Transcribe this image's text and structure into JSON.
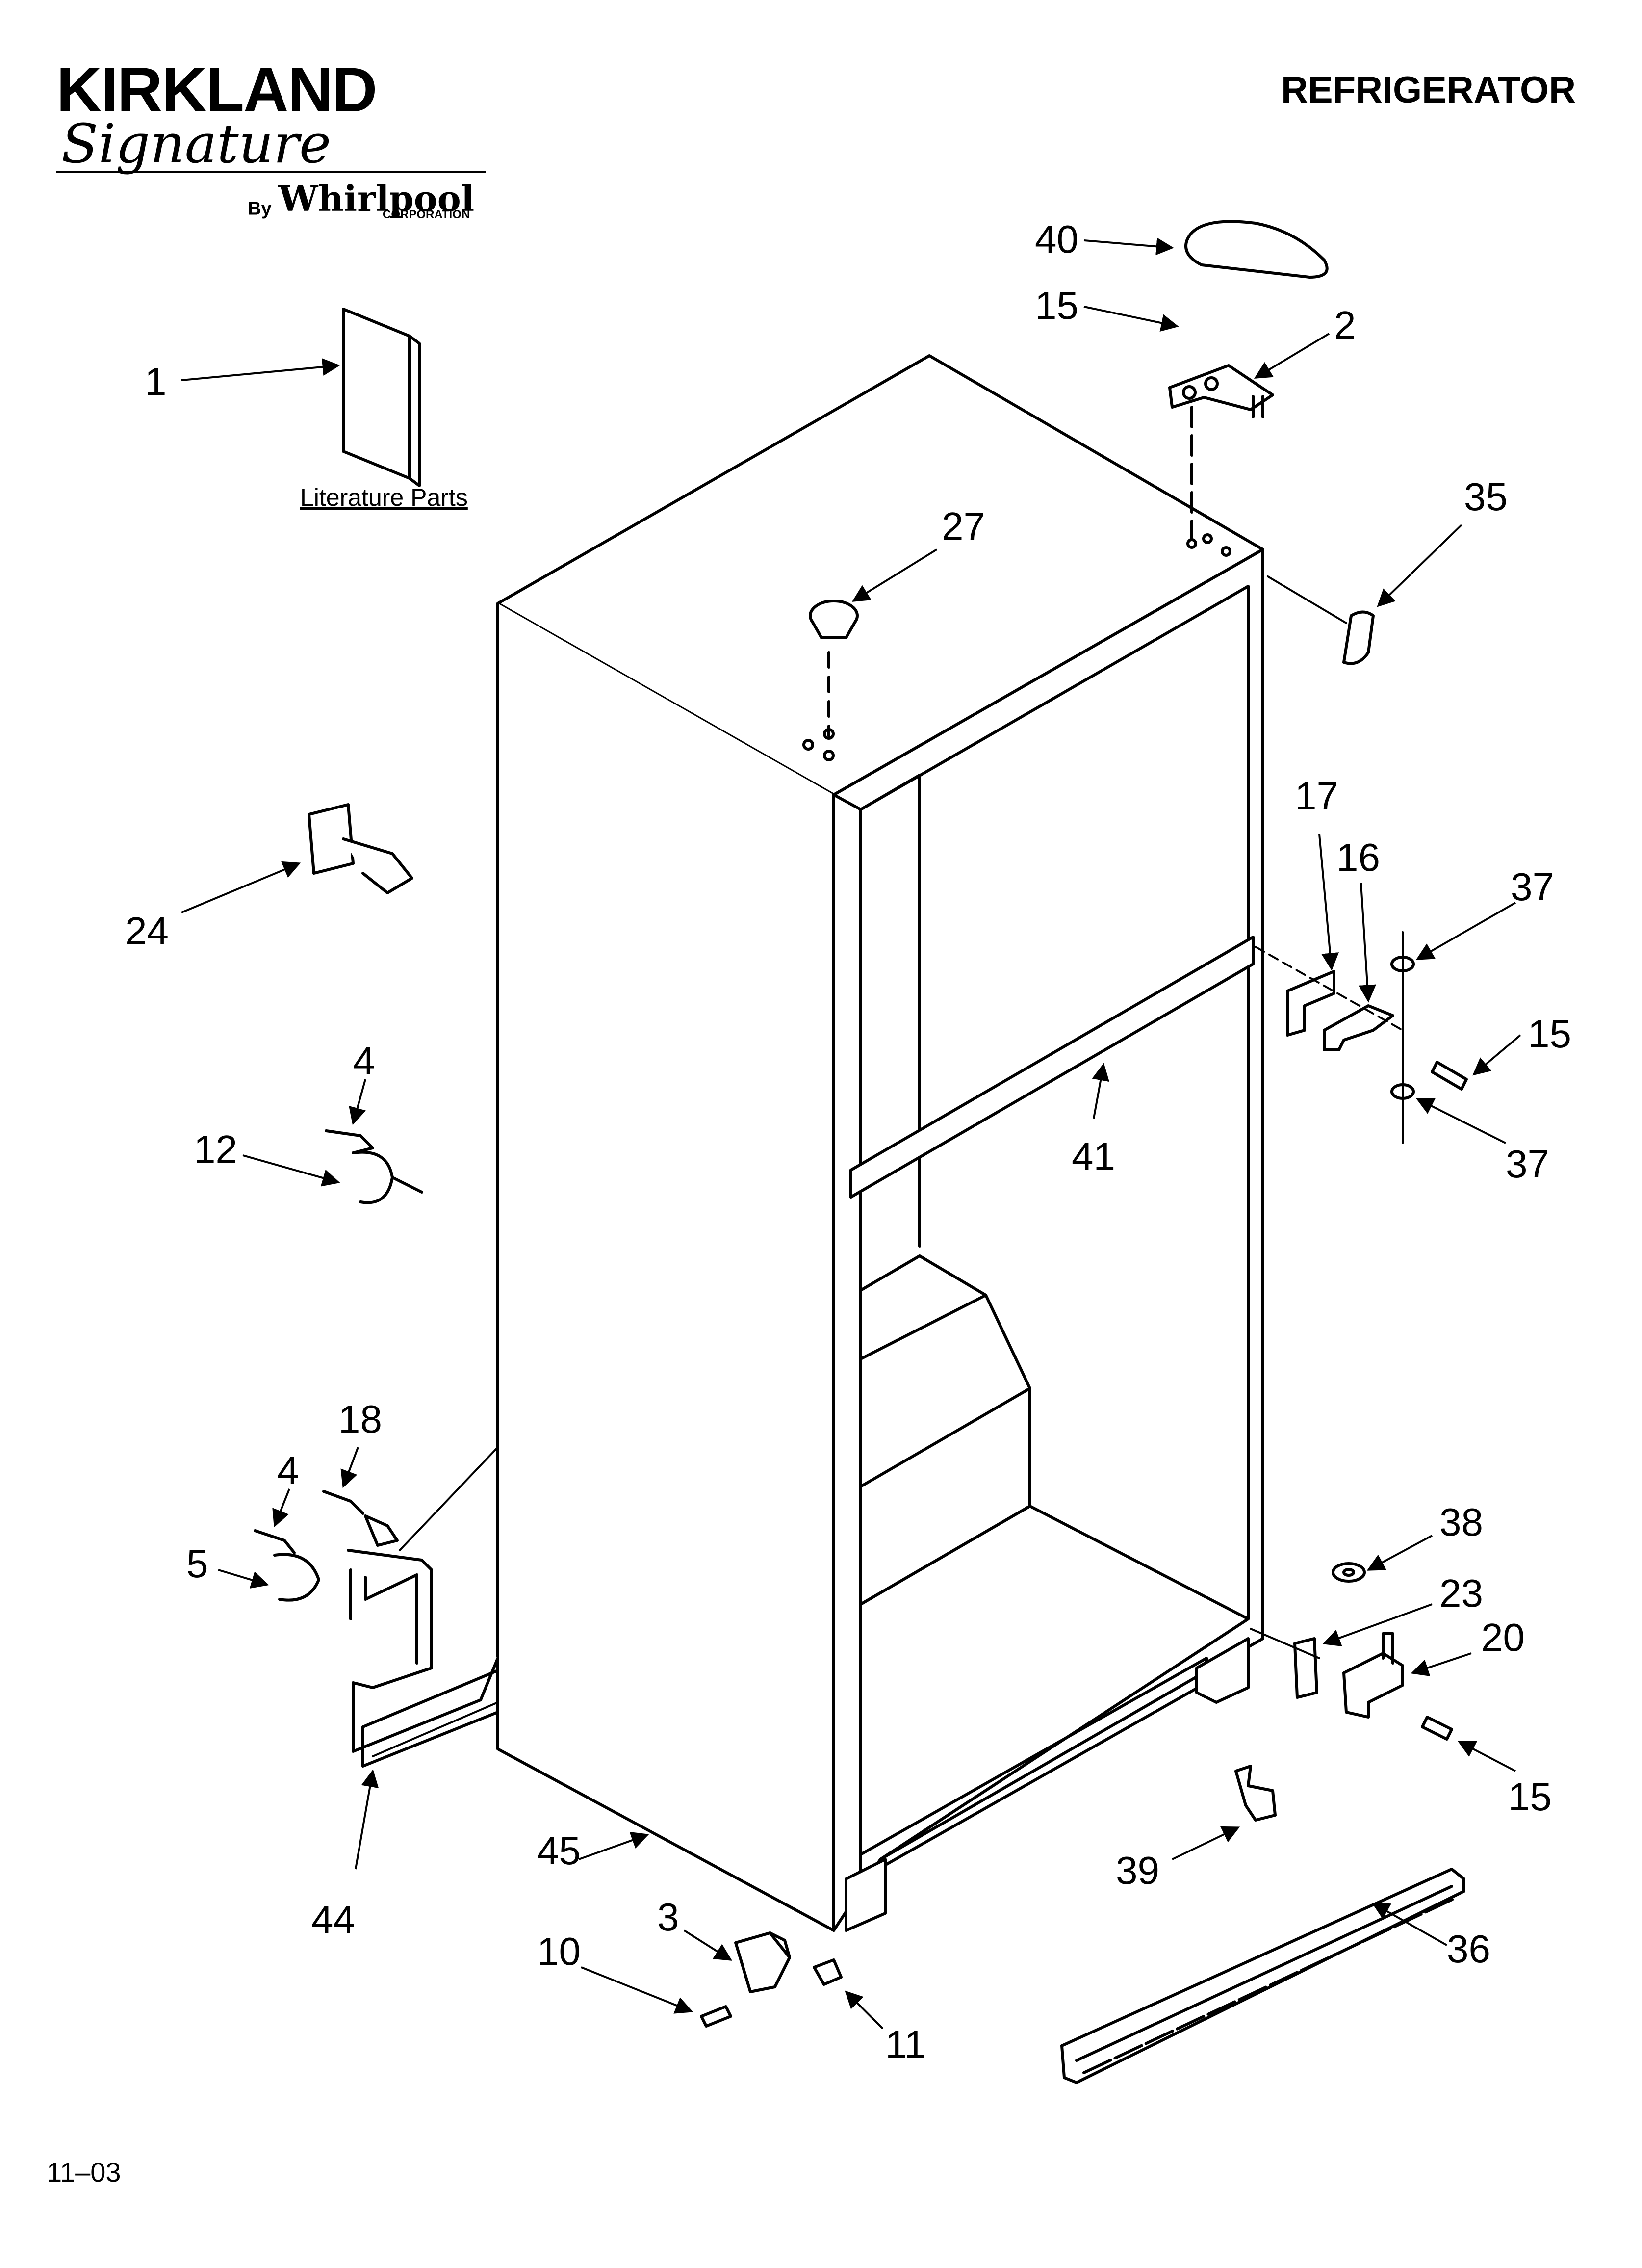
{
  "brand": {
    "name": "KIRKLAND",
    "script": "Signature",
    "by": "By",
    "maker": "Whirlpool",
    "maker_suffix": "CORPORATION"
  },
  "title": "REFRIGERATOR",
  "literature_label": "Literature Parts",
  "footer_code": "11–03",
  "callouts": {
    "c1": "1",
    "c2": "2",
    "c3": "3",
    "c4a": "4",
    "c4b": "4",
    "c5": "5",
    "c10": "10",
    "c11": "11",
    "c12": "12",
    "c15a": "15",
    "c15b": "15",
    "c15c": "15",
    "c16": "16",
    "c17": "17",
    "c18": "18",
    "c20": "20",
    "c23": "23",
    "c24": "24",
    "c27": "27",
    "c35": "35",
    "c36": "36",
    "c37a": "37",
    "c37b": "37",
    "c38": "38",
    "c39": "39",
    "c40": "40",
    "c41": "41",
    "c44": "44",
    "c45": "45"
  }
}
